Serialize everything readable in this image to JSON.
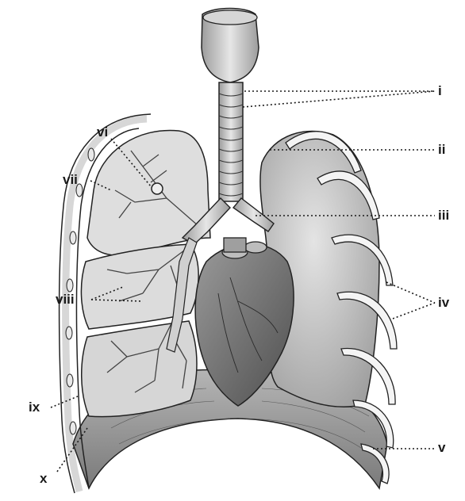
{
  "labels": {
    "i": "i",
    "ii": "ii",
    "iii": "iii",
    "iv": "iv",
    "v": "v",
    "vi": "vi",
    "vii": "vii",
    "viii": "viii",
    "ix": "ix",
    "x": "x"
  },
  "colors": {
    "background": "#ffffff",
    "outline": "#222222",
    "leader_line": "#1a1a1a",
    "lung_fill": "#c9c9c9",
    "lung_cut_fill": "#dcdcdc",
    "heart_fill": "#7a7a7a",
    "pleura_fill": "#ededed",
    "diaphragm_fill": "#9a9a9a",
    "rib_fill": "#f4f4f4"
  }
}
